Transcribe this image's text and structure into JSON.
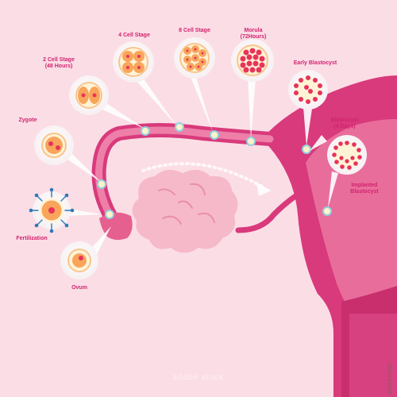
{
  "stages": {
    "ovum": "Ovum",
    "fertilization": "Fertilization",
    "zygote": "Zygote",
    "two_cell": "2 Cell Stage\n(48 Hours)",
    "four_cell": "4 Cell Stage",
    "eight_cell": "8 Cell Stage",
    "morula": "Morula\n(72Hours)",
    "early_blastocyst": "Early Blastocyst",
    "blastocyst": "Blastocyst\n(4 Days)",
    "implanted_blastocyst": "Implanted\nBlastocyst"
  },
  "watermark": "adobe stock",
  "image_id": "#165871062",
  "colors": {
    "background": "#fbdde6",
    "uterus": "#d83a7b",
    "uterus_inner": "#e96d9b",
    "ovary": "#f6b9c9",
    "label": "#d2236f",
    "cell_orange": "#f8a55b",
    "cell_red": "#e8335a",
    "bubble": "#ffffff"
  }
}
